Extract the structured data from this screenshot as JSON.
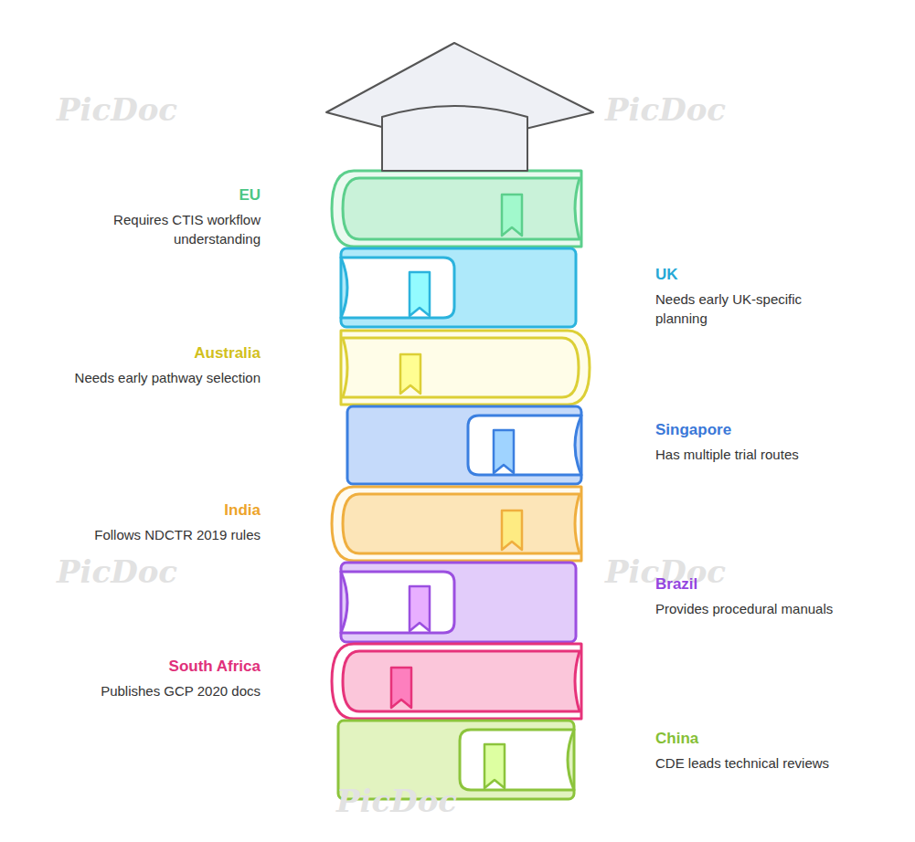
{
  "diagram": {
    "nodes": [
      {
        "text": [
          "EU",
          "Requires CTIS workflow understanding"
        ]
      },
      {
        "text": [
          "UK",
          "Needs early UK-specific planning"
        ]
      },
      {
        "text": [
          "Australia",
          "Needs early pathway selection"
        ]
      },
      {
        "text": [
          "Singapore",
          "Has multiple trial routes"
        ]
      },
      {
        "text": [
          "India",
          "Follows NDCTR 2019 rules"
        ]
      },
      {
        "text": [
          "Brazil",
          "Provides procedural manuals"
        ]
      },
      {
        "text": [
          "South Africa",
          "Publishes GCP 2020 docs"
        ]
      },
      {
        "text": [
          "China",
          "CDE leads technical reviews"
        ]
      }
    ],
    "labels": [
      "PicDoc",
      "PicDoc",
      "PicDoc",
      "PicDoc",
      "PicDoc"
    ]
  }
}
